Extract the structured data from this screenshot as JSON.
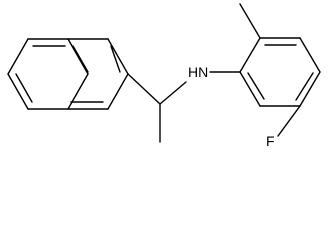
{
  "diagram": {
    "type": "chemical-structure",
    "atom_labels": {
      "amine": "HN",
      "fluorine": "F"
    }
  }
}
